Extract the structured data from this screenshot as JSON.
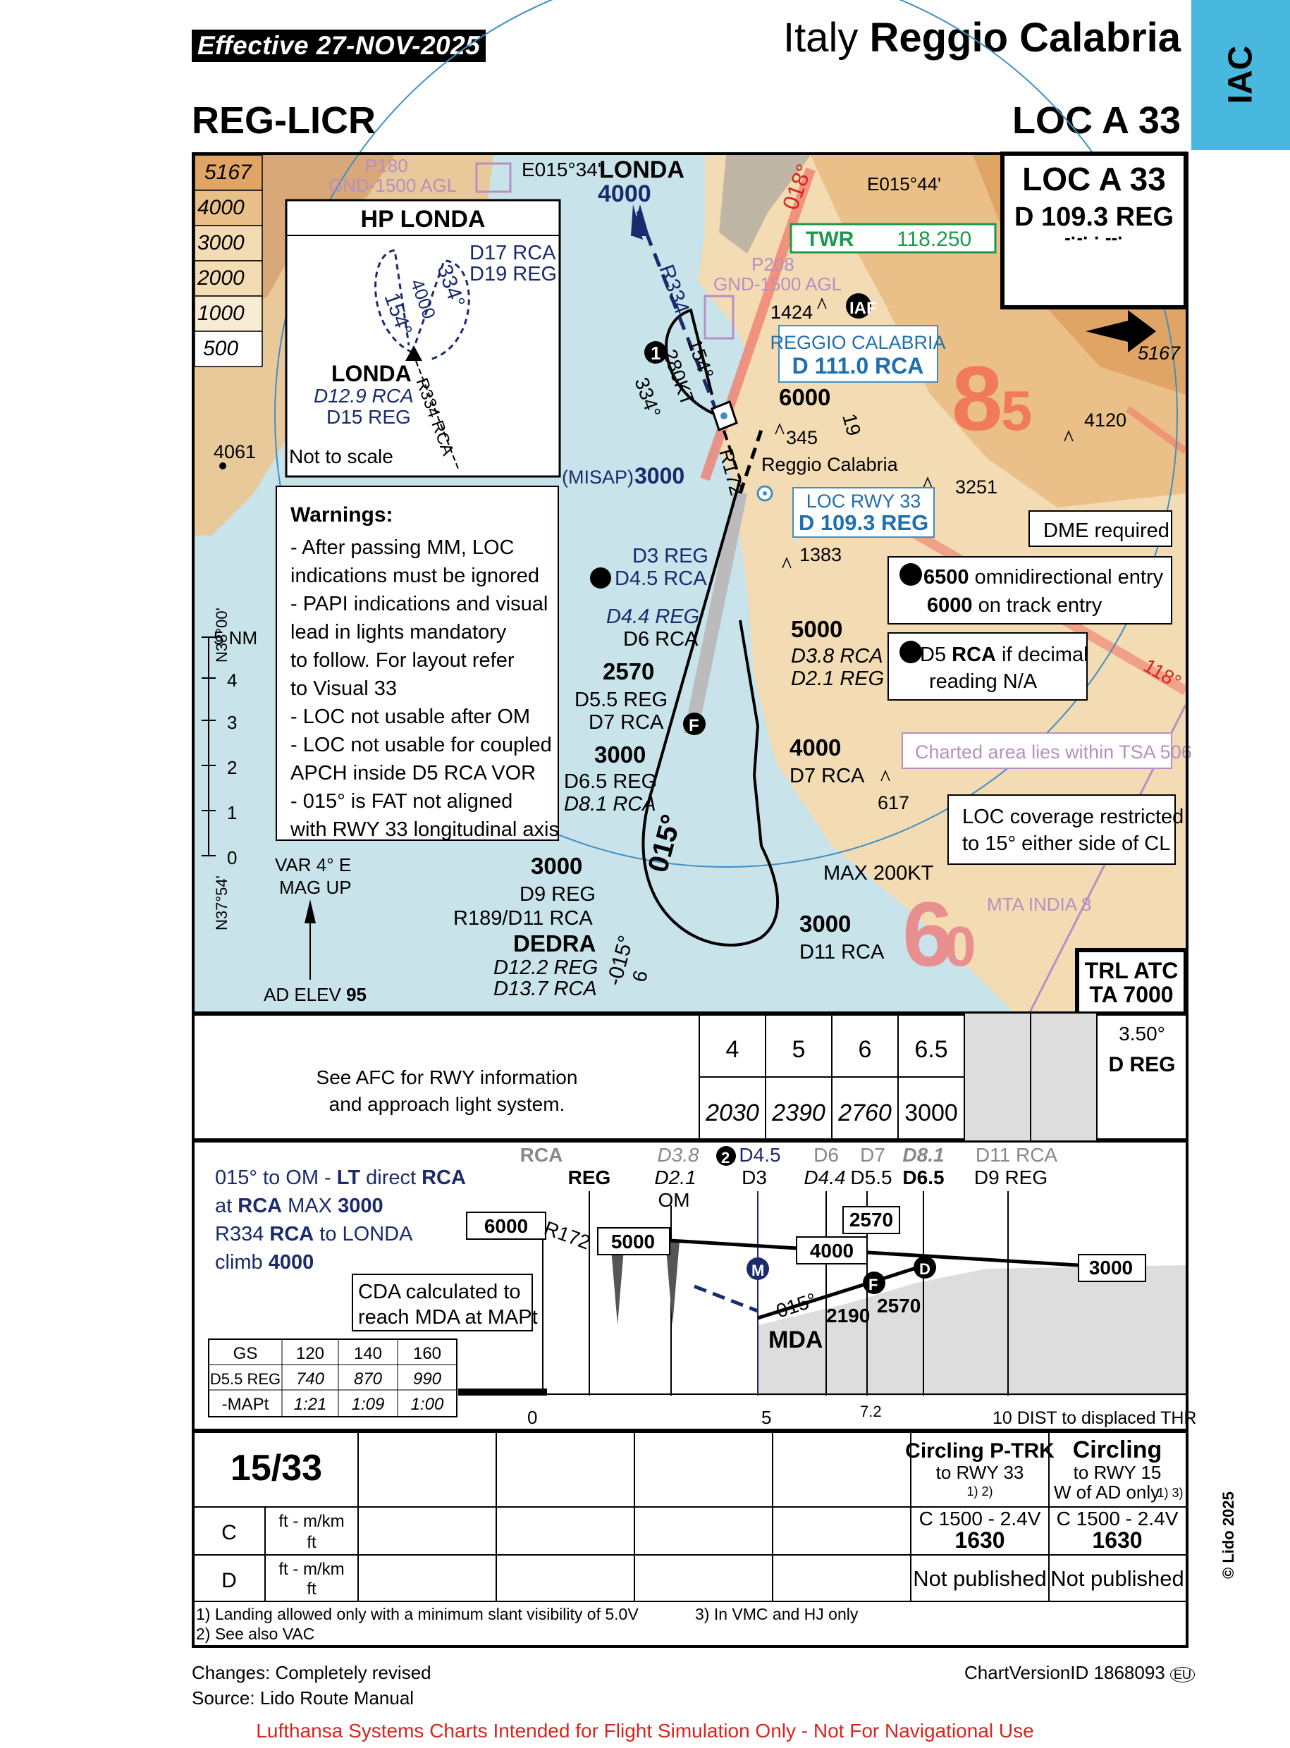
{
  "header": {
    "effective": "Effective 27-NOV-2025",
    "country": "Italy",
    "city": "Reggio Calabria",
    "tab": "IAC",
    "airport_id": "REG-LICR",
    "procedure": "LOC A 33"
  },
  "plan": {
    "ident_box": {
      "title": "LOC A 33",
      "freq": "D 109.3 REG",
      "morse": "-·-· · --·"
    },
    "msa": [
      "5167",
      "4000",
      "3000",
      "2000",
      "1000",
      "500"
    ],
    "coords": {
      "lon1": "E015°34'",
      "lon2": "E015°44'",
      "lat1": "N38°00'",
      "lat2": "N37°54'"
    },
    "londa": {
      "name": "LONDA",
      "alt": "4000"
    },
    "twr": {
      "label": "TWR",
      "freq": "118.250"
    },
    "areas": {
      "p180": "P180",
      "p180_lim": "GND-1500 AGL",
      "p208": "P208",
      "p208_lim": "GND-1500 AGL"
    },
    "iaf": "IAF",
    "vor": {
      "name": "REGGIO CALABRIA",
      "freq": "D 111.0 RCA"
    },
    "loc": {
      "name": "LOC RWY 33",
      "freq": "D 109.3 REG"
    },
    "town": "Reggio Calabria",
    "misap": {
      "label": "(MISAP)",
      "alt": "3000"
    },
    "elevs": [
      "4061",
      "1424",
      "345",
      "3251",
      "4120",
      "5167",
      "1383",
      "617"
    ],
    "mesh": {
      "big1": "8",
      "big1s": "5",
      "big2": "6",
      "big2s": "0"
    },
    "radials": {
      "r018": "018°",
      "r118": "118°",
      "r334": "R334",
      "r172": "R172"
    },
    "holding": {
      "title": "HP LONDA",
      "d1": "D17 RCA",
      "d2": "D19 REG",
      "c1": "334°",
      "c2": "154°",
      "alt": "4000",
      "fix": "LONDA",
      "f1": "D12.9 RCA",
      "f2": "D15 REG",
      "radial": "R334 RCA",
      "note": "Not to scale"
    },
    "hold_main": {
      "c1": "154°",
      "c2": "334°",
      "spd": "280KT",
      "n": "1"
    },
    "warnings": {
      "title": "Warnings:",
      "lines": [
        "- After passing MM, LOC",
        "indications must be ignored",
        "- PAPI indications and visual",
        "lead in lights mandatory",
        "to follow. For layout refer",
        "to Visual 33",
        "- LOC not usable after OM",
        "- LOC not usable for coupled",
        "APCH inside D5 RCA VOR",
        "- 015° is FAT not aligned",
        "with RWY 33 longitudinal axis"
      ]
    },
    "fixes": {
      "d3": "D3 REG",
      "d45": "D4.5 RCA",
      "d44": "D4.4 REG",
      "d6": "D6 RCA",
      "a5000": "5000",
      "d38": "D3.8 RCA",
      "d21": "D2.1 REG",
      "a2570": "2570",
      "d55": "D5.5 REG",
      "d7": "D7 RCA",
      "a3000a": "3000",
      "d65": "D6.5 REG",
      "d81": "D8.1 RCA",
      "a4000": "4000",
      "d7b": "D7 RCA",
      "a3000b": "3000",
      "d9": "D9 REG",
      "r189": "R189/D11 RCA",
      "dedra": "DEDRA",
      "d122": "D12.2 REG",
      "d137": "D13.7 RCA",
      "a3000c": "3000",
      "d11": "D11 RCA",
      "max": "MAX 200KT",
      "fat": "015°",
      "fat2": "-015°",
      "alt6000": "6000",
      "msa19": "19",
      "msa6": "6",
      "ff": "F"
    },
    "notes": {
      "dme": "DME required",
      "entry1a": "6500",
      "entry1b": " omnidirectional entry",
      "entry2a": "6000",
      "entry2b": " on track entry",
      "d5a": " D5 ",
      "d5b": "RCA",
      "d5c": " if decimal",
      "d5d": "reading N/A",
      "tsa": "Charted area lies within TSA 506",
      "loccov1": "LOC coverage restricted",
      "loccov2": "to 15° either side of CL",
      "mta": "MTA INDIA 8",
      "trl1": "TRL ATC",
      "trl2": "TA 7000"
    },
    "scale": {
      "nm": "5 NM",
      "ticks": [
        "4",
        "3",
        "2",
        "1",
        "0"
      ]
    },
    "var": {
      "l1": "VAR 4° E",
      "l2": "MAG UP"
    },
    "adelev": {
      "label": "AD ELEV",
      "val": "95"
    }
  },
  "dist_table": {
    "afc1": "See AFC for RWY information",
    "afc2": "and approach light system.",
    "dist": [
      "4",
      "5",
      "6",
      "6.5"
    ],
    "alt": [
      "2030",
      "2390",
      "2760",
      "3000"
    ],
    "gp": "3.50°",
    "gpsrc": "D REG"
  },
  "profile": {
    "missed": [
      "015° to OM - ",
      "LT",
      " direct ",
      "RCA",
      "at ",
      "RCA",
      " MAX ",
      "3000",
      "R334 ",
      "RCA",
      " to LONDA",
      "climb ",
      "4000"
    ],
    "cda1": "CDA calculated to",
    "cda2": "reach MDA at MAPt",
    "gs_head": [
      "GS",
      "120",
      "140",
      "160"
    ],
    "gs_r1": [
      "D5.5 REG",
      "740",
      "870",
      "990"
    ],
    "gs_r2": [
      "-MAPt",
      "1:21",
      "1:09",
      "1:00"
    ],
    "top": {
      "rca": "RCA",
      "reg": "REG",
      "d38": "D3.8",
      "d21": "D2.1",
      "om": "OM",
      "d45": "D4.5",
      "d3": "D3",
      "d6": "D6",
      "d44": "D4.4",
      "d7": "D7",
      "d55": "D5.5",
      "d81": "D8.1",
      "d65": "D6.5",
      "d11": "D11 RCA",
      "d9": "D9 REG"
    },
    "alts": {
      "a6000": "6000",
      "r172": "R172",
      "a5000": "5000",
      "a4000": "4000",
      "a2570": "2570",
      "a3000": "3000",
      "a2570b": "2570",
      "a2190": "2190",
      "mda": "MDA",
      "fat": "015°",
      "m": "M",
      "f": "F",
      "d": "D",
      "n2": "2"
    },
    "axis": {
      "t0": "0",
      "t5": "5",
      "t72": "7.2",
      "t10": "10 DIST to displaced THR"
    }
  },
  "minima": {
    "rwy": "15/33",
    "c1h": "Circling P-TRK",
    "c1s": "to RWY 33",
    "c1n": "1) 2)",
    "c2h": "Circling",
    "c2s": "to RWY 15",
    "c2s2": "W of AD only",
    "c2n": "1) 3)",
    "rowC": "C",
    "rowD": "D",
    "unit1": "ft - m/km",
    "unit2": "ft",
    "c1C": "C 1500 - 2.4V",
    "c1Cft": "1630",
    "c2C": "C 1500 - 2.4V",
    "c2Cft": "1630",
    "np": "Not published",
    "fn1": "1) Landing allowed only with a minimum slant visibility of 5.0V",
    "fn2": "2) See also VAC",
    "fn3": "3) In VMC and HJ only"
  },
  "footer": {
    "changes": "Changes: Completely revised",
    "source": "Source: Lido Route Manual",
    "version": "ChartVersionID 1868093",
    "eu": "EU",
    "copyright": "© Lido 2025",
    "disclaimer": "Lufthansa Systems Charts Intended for Flight Simulation Only - Not For Navigational Use"
  }
}
